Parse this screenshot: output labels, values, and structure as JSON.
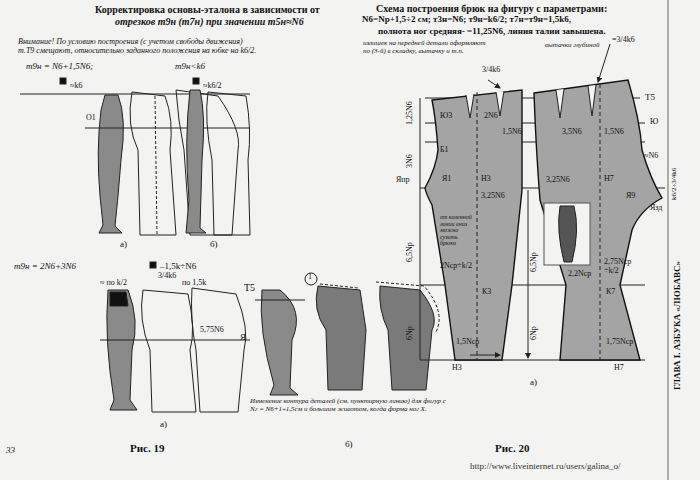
{
  "diagram": {
    "labels": [
      "Корректировка основы-эталона в зависимости от",
      "отрезков т9н (т7н) при значении т5н≈N6",
      "Внимание! По условию построения (с учетом свободы движения) т.Т9 смещают, относительно заданного положения на юбке на k6/2.",
      "т9н = N6+1,5N6;",
      "≈k6",
      "т9н<k6",
      "≈k6/2",
      "О1",
      "а)",
      "б)",
      "т9н = 2N6+3N6",
      "–1,5k÷N6",
      "≈ по k/2",
      "3/4k6",
      "по 1,5k",
      "5,75N6",
      "Я",
      "а)",
      "Т5",
      "1",
      "Изменение контура деталей (см. пунктирную линию) для фигур с Nг = N6+1÷1,5см и большим животом, когда форма ног X.",
      "б)",
      "Рис. 19",
      "33",
      "Схема построения брюк на фигуру с параметрами:",
      "N6=Nр+1,5÷2 см; т3н=N6; т9н=k6/2; т7н=т9н=1,5k6,",
      "полнота ног средняя- =11,25N6, линия талии завышена.",
      "излишек на передней детали оформляют по (3-й) в складку, вытачку и т.п.",
      "вытачки глубиной",
      "=3/4k6",
      "3/4k6",
      "Т5",
      "Ю",
      "1,25N6",
      "Ю3",
      "2N6",
      "1,5N6",
      "3,5N6",
      "1,5N6",
      "Б1",
      "3N6",
      "≈N6",
      "k6/2÷3/4k6",
      "Я1",
      "Н3",
      "3,25N6",
      "Н7",
      "Я9",
      "Япр",
      "Язд",
      "3,25N6",
      "6,5Nр",
      "от коленной линии вниз можно сузить брюки",
      "2Nср÷k/2",
      "6,5Nр",
      "2,2Nср",
      "2,75Nср ÷k/2",
      "К3",
      "К7",
      "6Nр",
      "6Nр",
      "1,5Nср",
      "1,75Nср",
      "Н3",
      "Н7",
      "а)",
      "Рис. 20",
      "ГЛАВА I. АЗБУКА «ЛЮБАВС»",
      "http://www.liveinternet.ru/users/galina_o/"
    ]
  }
}
